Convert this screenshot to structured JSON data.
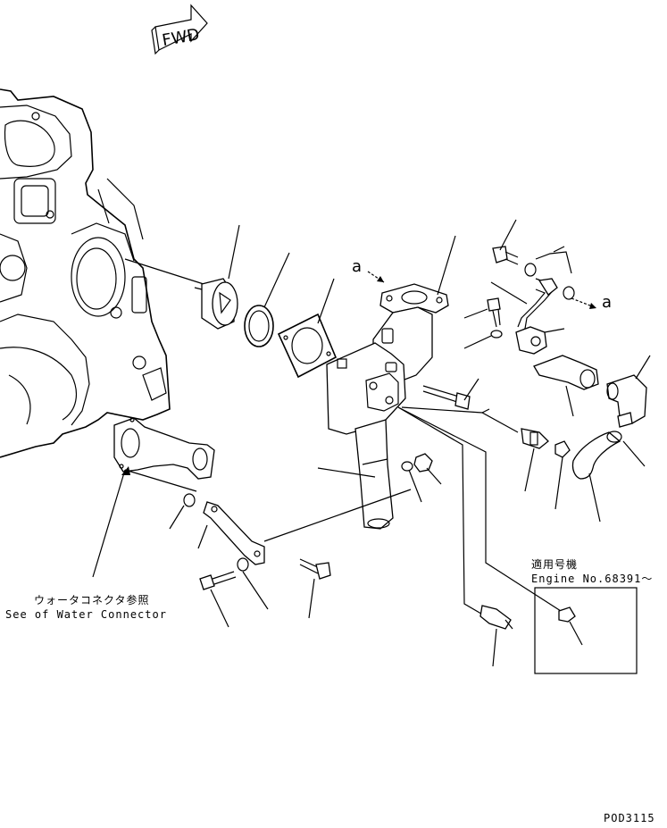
{
  "fwd_label": "FWD",
  "arrow_a_left": "a",
  "arrow_a_right": "a",
  "note_jp": "ウォータコネクタ参照",
  "note_en": "See of Water Connector",
  "applicable_jp": "適用号機",
  "applicable_en": "Engine No.68391～",
  "drawing_id": "POD3115"
}
